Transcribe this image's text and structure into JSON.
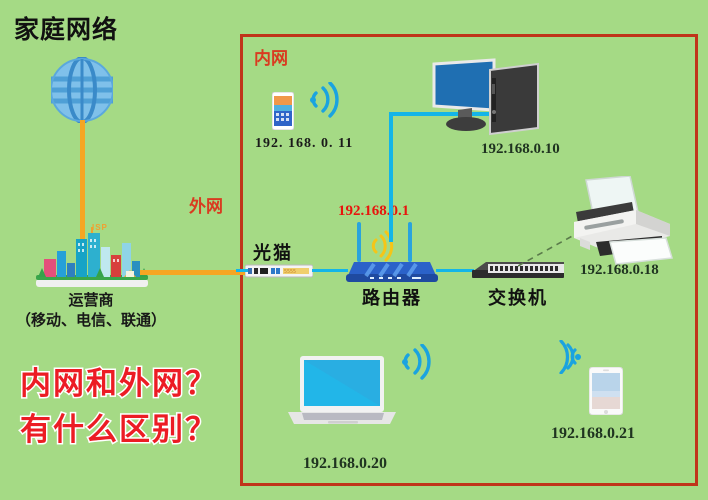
{
  "page": {
    "title": "家庭网络",
    "background_color": "#a5da85"
  },
  "zones": {
    "lan": {
      "label": "内网",
      "border_color": "#c0341a",
      "text_color": "#d93b20"
    },
    "wan": {
      "label": "外网",
      "text_color": "#d93b20"
    }
  },
  "nodes": {
    "internet": {
      "icon": "globe-icon",
      "label": ""
    },
    "isp": {
      "icon": "city-skyline-icon",
      "name": "运营商",
      "sub": "（移动、电信、联通）",
      "tower_text": "ISP"
    },
    "modem": {
      "icon": "modem-icon",
      "label": "光猫"
    },
    "router": {
      "icon": "router-icon",
      "label": "路由器",
      "ip": "192.168.0.1",
      "ip_color": "#e8140d"
    },
    "switch": {
      "icon": "network-switch-icon",
      "label": "交换机"
    },
    "phone": {
      "icon": "smartphone-icon",
      "ip": "192. 168. 0. 11",
      "wifi": "wifi-icon"
    },
    "desktop": {
      "icon": "desktop-pc-icon",
      "ip": "192.168.0.10"
    },
    "printer": {
      "icon": "printer-icon",
      "ip": "192.168.0.18"
    },
    "laptop": {
      "icon": "laptop-icon",
      "ip": "192.168.0.20",
      "wifi": "wifi-icon"
    },
    "tablet": {
      "icon": "tablet-icon",
      "ip": "192.168.0.21",
      "wifi": "wifi-icon"
    }
  },
  "links": {
    "wan_color": "#f5a623",
    "lan_color": "#13b5e8",
    "printer_link": "dashed"
  },
  "questions": {
    "line1": "内网和外网？",
    "line2": "有什么区别？",
    "color": "#ec1c24"
  }
}
